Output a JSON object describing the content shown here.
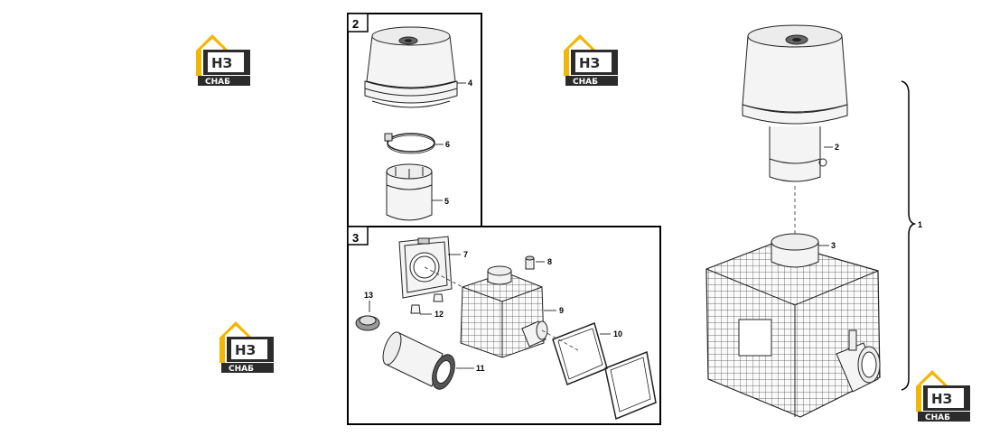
{
  "diagram": {
    "boxes": [
      {
        "id": "box-2",
        "number": "2"
      },
      {
        "id": "box-3",
        "number": "3"
      }
    ],
    "callouts": {
      "c1": "1",
      "c2": "2",
      "c3": "3",
      "c4": "4",
      "c5": "5",
      "c6": "6",
      "c7": "7",
      "c8": "8",
      "c9": "9",
      "c10": "10",
      "c11": "11",
      "c12": "12",
      "c13": "13"
    }
  },
  "logo": {
    "letters": "НЗ",
    "caption": "СНАБ",
    "colors": {
      "yellow": "#f2b705",
      "dark": "#2b2b2b"
    }
  }
}
